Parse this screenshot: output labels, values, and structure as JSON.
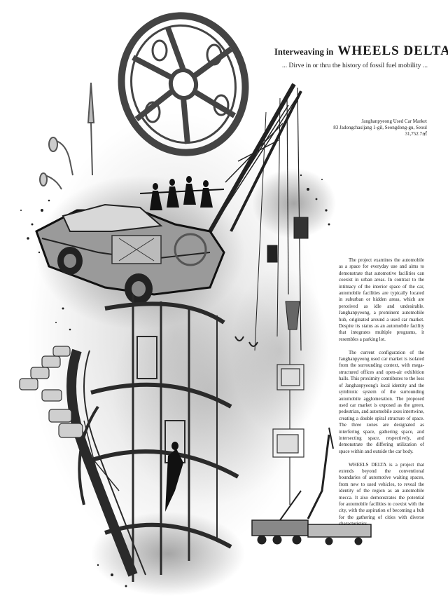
{
  "title": {
    "prefix": "Interweaving in",
    "main": "WHEELS DELTA"
  },
  "subtitle": "... Dirve in or thru the history of fossil fuel mobility ...",
  "site": {
    "name": "Janghanpyeong Used Car Market",
    "address": "83 Jadongchasijang 1-gil, Seongdong-gu, Seoul",
    "area": "31,752.7㎡"
  },
  "paragraphs": [
    "The project examines the automobile as a space for everyday use and aims to demonstrate that automotive facilities can coexist in urban areas. In contrast to the intimacy of the interior space of the car, automobile facilities are typically located in suburban or hidden areas, which are perceived as idle and undesirable. Janghanpyeong, a prominent automobile hub, originated around a used car market. Despite its status as an automobile facility that integrates multiple programs, it resembles a parking lot.",
    "The current configuration of the Janghanpyeong used car market is isolated from the surrounding context, with mega-structured offices and open-air exhibition halls. This proximity contributes to the loss of Janghanpyeong's local identity and the symbiotic system of the surrounding automobile agglomeration. The proposed used car market is exposed as the green, pedestrian, and automobile axes intertwine, creating a double spiral structure of space. The three zones are designated as interfering space, gathering space, and intersecting space, respectively, and demonstrate the differing utilization of space within and outside the car body.",
    "WHEELS DELTA is a project that extends beyond the conventional boundaries of automotive waiting spaces, from new to used vehicles, to reveal the identity of the region as an automobile mecca. It also demonstrates the potential for automobile facilities to coexist with the city, with the aspiration of becoming a hub for the gathering of cities with diverse characteristics."
  ],
  "colors": {
    "ink": "#1a1a1a",
    "background": "#ffffff"
  }
}
